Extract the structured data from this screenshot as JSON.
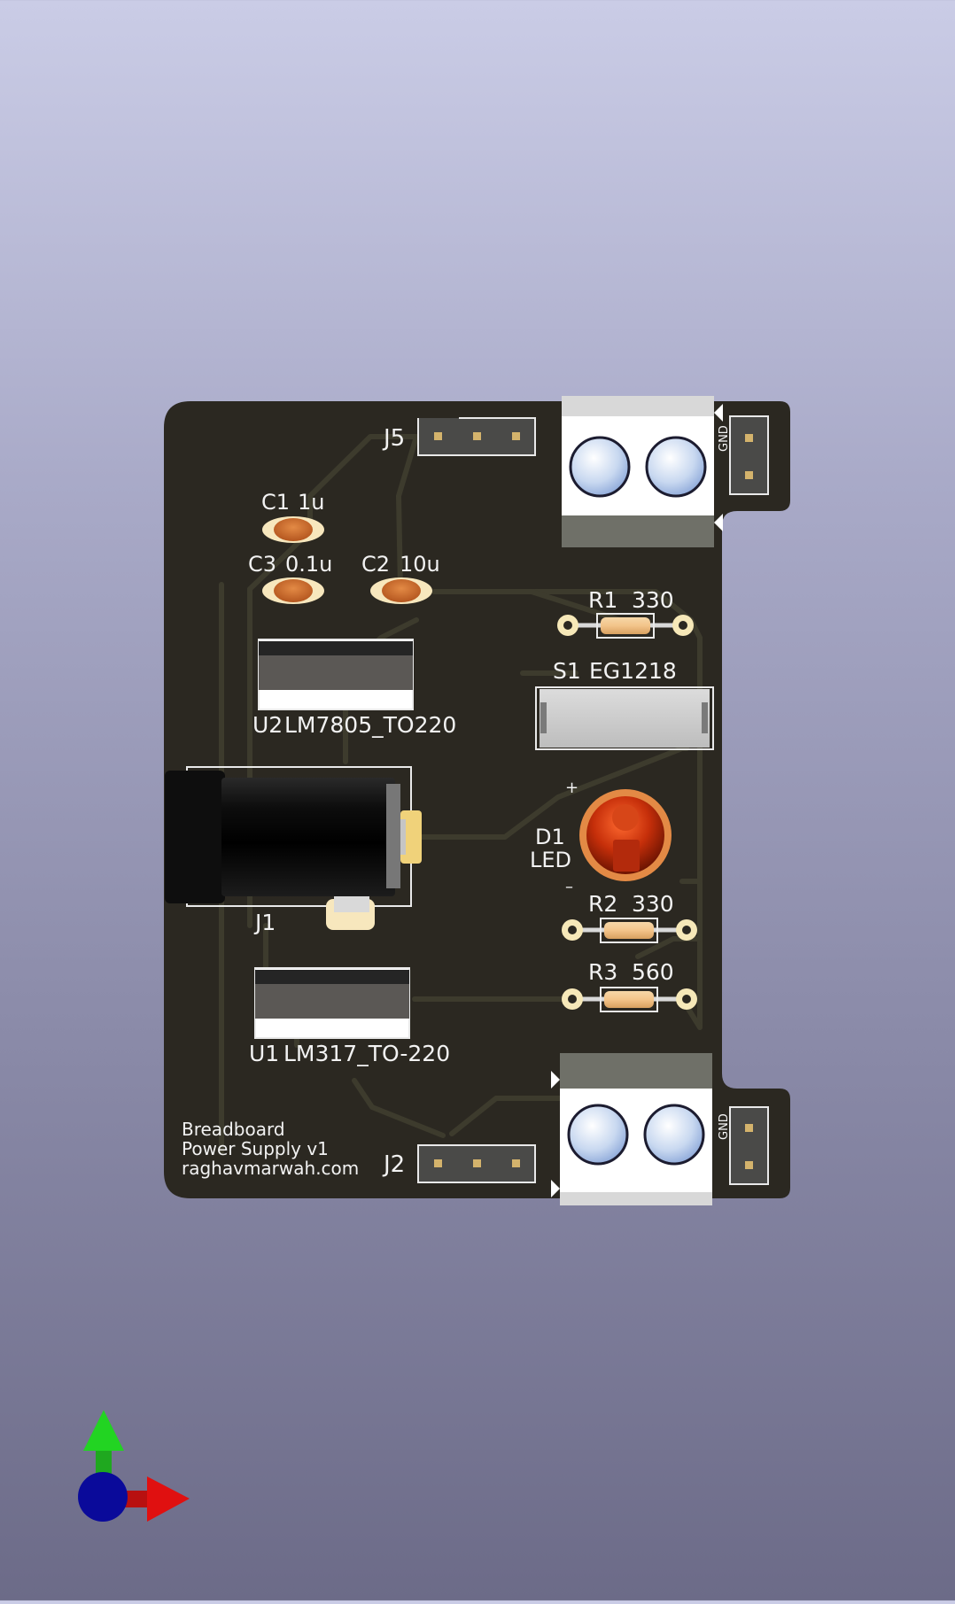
{
  "board": {
    "silkscreen_text_lines": [
      "Breadboard",
      "Power Supply v1",
      "raghavmarwah.com"
    ],
    "colors": {
      "background_top": "#cacce6",
      "background_bottom": "#6c6b88",
      "pcb": "#2b2821",
      "trace": "#3d3b2d",
      "silk": "#f2f2f2",
      "pad": "#d4b36c"
    }
  },
  "components": {
    "j5": {
      "ref": "J5"
    },
    "j2": {
      "ref": "J2"
    },
    "j1": {
      "ref": "J1"
    },
    "c1": {
      "ref": "C1",
      "value": "1u"
    },
    "c3": {
      "ref": "C3",
      "value": "0.1u"
    },
    "c2": {
      "ref": "C2",
      "value": "10u"
    },
    "r1": {
      "ref": "R1",
      "value": "330"
    },
    "r2": {
      "ref": "R2",
      "value": "330"
    },
    "r3": {
      "ref": "R3",
      "value": "560"
    },
    "s1": {
      "ref": "S1",
      "value": "EG1218"
    },
    "d1": {
      "ref": "D1",
      "value": "LED",
      "plus": "+",
      "minus": "–"
    },
    "u2": {
      "ref": "U2",
      "value": "LM7805_TO220"
    },
    "u1": {
      "ref": "U1",
      "value": "LM317_TO-220"
    },
    "gnd_top": "GND",
    "gnd_bottom": "GND"
  },
  "axes_gizmo": {
    "x_color": "#e01010",
    "y_color": "#10c010",
    "z_color": "#0a0a9a"
  }
}
